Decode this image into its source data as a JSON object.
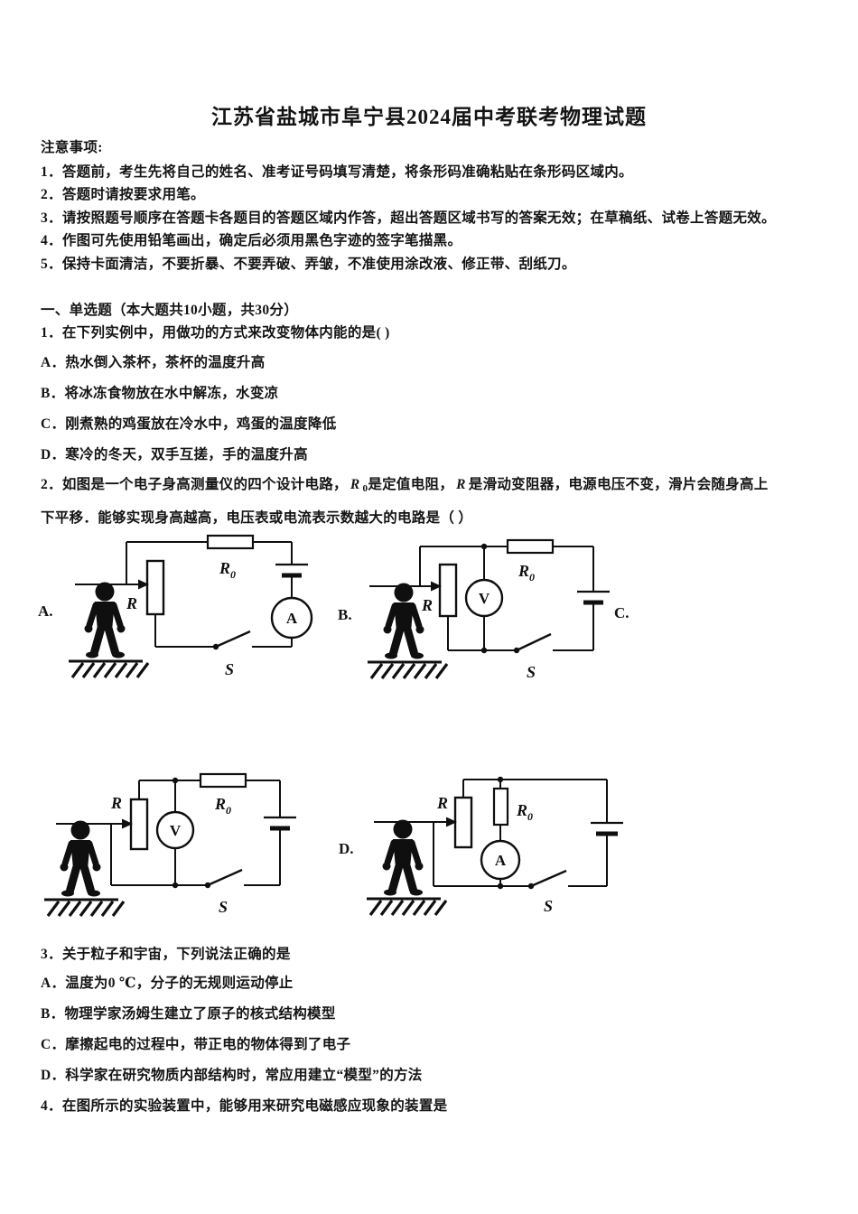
{
  "title": "江苏省盐城市阜宁县2024届中考联考物理试题",
  "notice": {
    "heading": "注意事项:",
    "items": [
      "1．答题前，考生先将自己的姓名、准考证号码填写清楚，将条形码准确粘贴在条形码区域内。",
      "2．答题时请按要求用笔。",
      "3．请按照题号顺序在答题卡各题目的答题区域内作答，超出答题区域书写的答案无效；在草稿纸、试卷上答题无效。",
      "4．作图可先使用铅笔画出，确定后必须用黑色字迹的签字笔描黑。",
      "5．保持卡面清洁，不要折暴、不要弄破、弄皱，不准使用涂改液、修正带、刮纸刀。"
    ]
  },
  "section1": {
    "heading": "一、单选题（本大题共10小题，共30分）"
  },
  "q1": {
    "stem": "1．在下列实例中，用做功的方式来改变物体内能的是(  )",
    "options": [
      "A．热水倒入茶杯，茶杯的温度升高",
      "B．将冰冻食物放在水中解冻，水变凉",
      "C．刚煮熟的鸡蛋放在冷水中，鸡蛋的温度降低",
      "D．寒冷的冬天，双手互搓，手的温度升高"
    ]
  },
  "q2": {
    "stem1a": "2．如图是一个电子身高测量仪的四个设计电路，",
    "r0_main": "R",
    "r0_sub": "0",
    "stem1b": "是定值电阻，",
    "r_label": "R",
    "stem1c": "是滑动变阻器，电源电压不变，滑片会随身高上",
    "stem2": "下平移．能够实现身高越高，电压表或电流表示数越大的电路是（ ）",
    "choices": {
      "a": "A.",
      "b": "B.",
      "c": "C.",
      "d": "D."
    }
  },
  "circuit": {
    "labels": {
      "rheostat": "R",
      "r0_main": "R",
      "r0_sub": "0",
      "switch": "S",
      "ammeter": "A",
      "voltmeter": "V"
    }
  },
  "q3": {
    "stem": "3．关于粒子和宇宙，下列说法正确的是",
    "options": [
      "A．温度为0 ℃，分子的无规则运动停止",
      "B．物理学家汤姆生建立了原子的核式结构模型",
      "C．摩擦起电的过程中，带正电的物体得到了电子",
      "D．科学家在研究物质内部结构时，常应用建立“模型”的方法"
    ]
  },
  "q4": {
    "stem": "4．在图所示的实验装置中，能够用来研究电磁感应现象的装置是"
  }
}
